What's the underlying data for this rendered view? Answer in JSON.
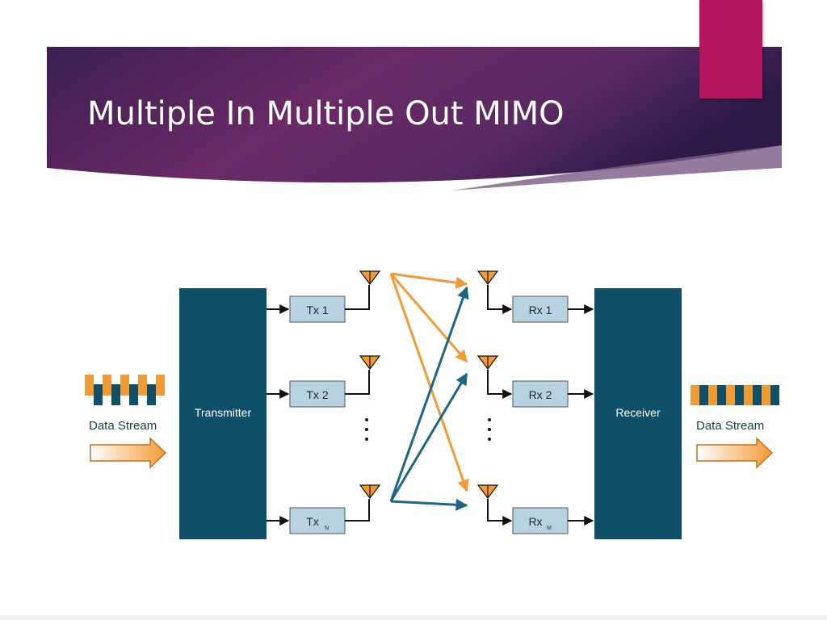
{
  "slide": {
    "title": "Multiple In Multiple Out MIMO"
  },
  "diagram": {
    "transmitter_label": "Transmitter",
    "receiver_label": "Receiver",
    "input_stream_label": "Data Stream",
    "output_stream_label": "Data Stream",
    "tx_chains": [
      {
        "label": "Tx 1",
        "sub": ""
      },
      {
        "label": "Tx 2",
        "sub": ""
      },
      {
        "label": "Tx",
        "sub": "N"
      }
    ],
    "rx_chains": [
      {
        "label": "Rx 1",
        "sub": ""
      },
      {
        "label": "Rx 2",
        "sub": ""
      },
      {
        "label": "Rx",
        "sub": "M"
      }
    ],
    "colors": {
      "block": "#0f4f68",
      "chain_box": "#b7d2e0",
      "orange": "#f29a33",
      "teal": "#1d6684",
      "banner_dark": "#2c1a47",
      "banner_mid": "#6a2a66",
      "accent": "#b5145e"
    }
  }
}
